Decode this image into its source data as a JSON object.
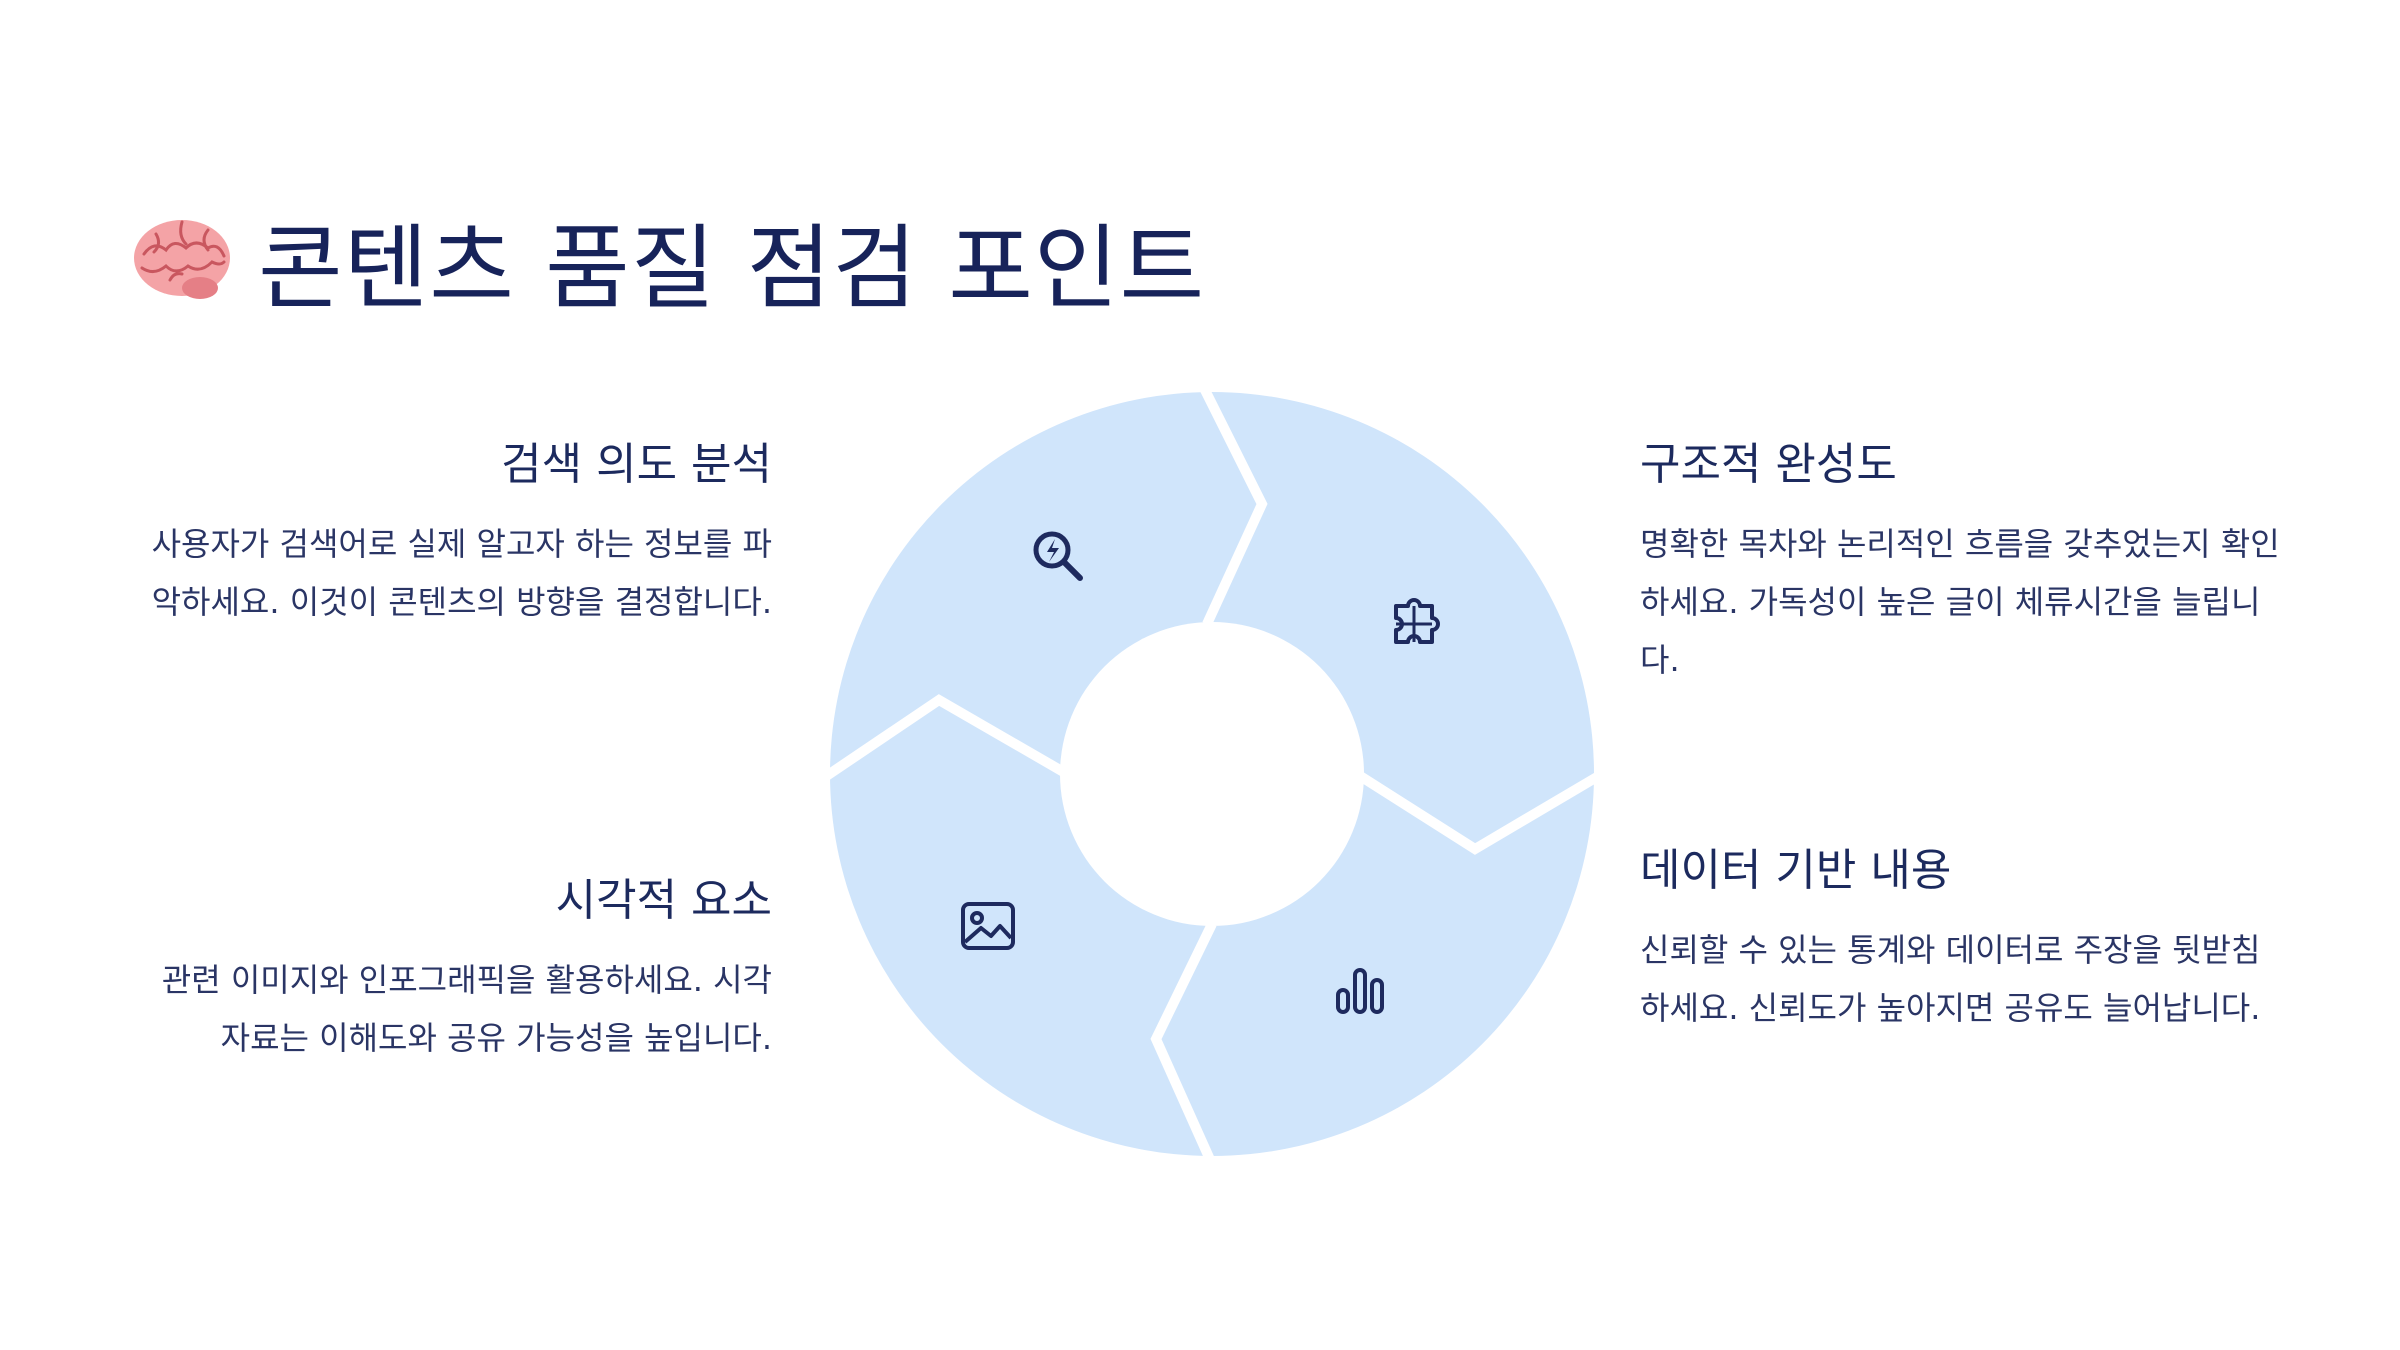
{
  "title": "콘텐츠 품질 점검 포인트",
  "title_icon": "brain-icon",
  "colors": {
    "title": "#17235a",
    "segment_fill": "#d0e5fb",
    "icon_stroke": "#1e2a5e",
    "background": "#ffffff"
  },
  "points": [
    {
      "heading": "검색 의도 분석",
      "body": "사용자가 검색어로 실제 알고자 하는 정보를 파악하세요. 이것이 콘텐츠의 방향을 결정합니다.",
      "icon": "search-bolt-icon"
    },
    {
      "heading": "구조적 완성도",
      "body": "명확한 목차와 논리적인 흐름을 갖추었는지 확인하세요. 가독성이 높은 글이 체류시간을 늘립니다.",
      "icon": "puzzle-icon"
    },
    {
      "heading": "시각적 요소",
      "body": "관련 이미지와 인포그래픽을 활용하세요. 시각 자료는 이해도와 공유 가능성을 높입니다.",
      "icon": "image-icon"
    },
    {
      "heading": "데이터 기반 내용",
      "body": "신뢰할 수 있는 통계와 데이터로 주장을 뒷받침하세요. 신뢰도가 높아지면 공유도 늘어납니다.",
      "icon": "bar-chart-icon"
    }
  ]
}
